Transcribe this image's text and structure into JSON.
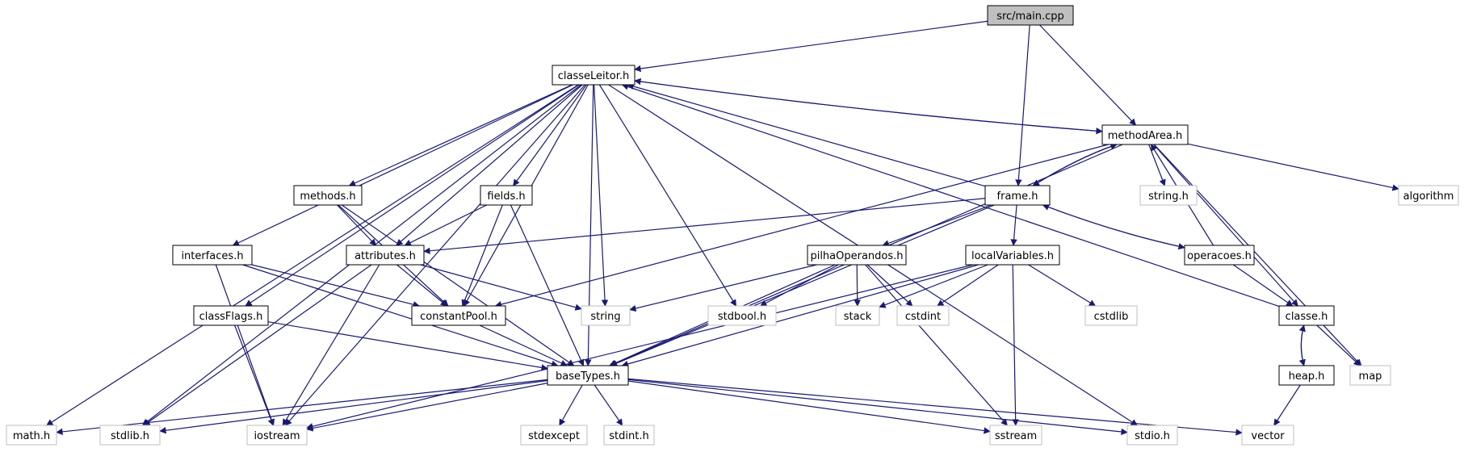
{
  "colors": {
    "edge": "#191970",
    "node_border": "#000000",
    "external_border": "#bfbfbf",
    "root_fill": "#bfbfbf",
    "text": "#000000"
  },
  "nodes": [
    {
      "id": "main",
      "label": "src/main.cpp",
      "kind": "root"
    },
    {
      "id": "classeLeitor",
      "label": "classeLeitor.h",
      "kind": "file"
    },
    {
      "id": "methodArea",
      "label": "methodArea.h",
      "kind": "file"
    },
    {
      "id": "frame",
      "label": "frame.h",
      "kind": "file"
    },
    {
      "id": "methods",
      "label": "methods.h",
      "kind": "file"
    },
    {
      "id": "fields",
      "label": "fields.h",
      "kind": "file"
    },
    {
      "id": "interfaces",
      "label": "interfaces.h",
      "kind": "file"
    },
    {
      "id": "attributes",
      "label": "attributes.h",
      "kind": "file"
    },
    {
      "id": "pilhaOperandos",
      "label": "pilhaOperandos.h",
      "kind": "file"
    },
    {
      "id": "localVariables",
      "label": "localVariables.h",
      "kind": "file"
    },
    {
      "id": "operacoes",
      "label": "operacoes.h",
      "kind": "file"
    },
    {
      "id": "classFlags",
      "label": "classFlags.h",
      "kind": "file"
    },
    {
      "id": "constantPool",
      "label": "constantPool.h",
      "kind": "file"
    },
    {
      "id": "classe",
      "label": "classe.h",
      "kind": "file"
    },
    {
      "id": "baseTypes",
      "label": "baseTypes.h",
      "kind": "file"
    },
    {
      "id": "heap",
      "label": "heap.h",
      "kind": "file"
    },
    {
      "id": "string_h",
      "label": "string.h",
      "kind": "external"
    },
    {
      "id": "algorithm",
      "label": "algorithm",
      "kind": "external"
    },
    {
      "id": "string",
      "label": "string",
      "kind": "external"
    },
    {
      "id": "stdbool",
      "label": "stdbool.h",
      "kind": "external"
    },
    {
      "id": "stack",
      "label": "stack",
      "kind": "external"
    },
    {
      "id": "cstdint",
      "label": "cstdint",
      "kind": "external"
    },
    {
      "id": "cstdlib",
      "label": "cstdlib",
      "kind": "external"
    },
    {
      "id": "map",
      "label": "map",
      "kind": "external"
    },
    {
      "id": "math",
      "label": "math.h",
      "kind": "external"
    },
    {
      "id": "stdlib",
      "label": "stdlib.h",
      "kind": "external"
    },
    {
      "id": "iostream",
      "label": "iostream",
      "kind": "external"
    },
    {
      "id": "stdexcept",
      "label": "stdexcept",
      "kind": "external"
    },
    {
      "id": "stdint",
      "label": "stdint.h",
      "kind": "external"
    },
    {
      "id": "sstream",
      "label": "sstream",
      "kind": "external"
    },
    {
      "id": "stdio",
      "label": "stdio.h",
      "kind": "external"
    },
    {
      "id": "vector",
      "label": "vector",
      "kind": "external"
    }
  ],
  "edges": [
    [
      "main",
      "classeLeitor"
    ],
    [
      "main",
      "frame"
    ],
    [
      "main",
      "methodArea"
    ],
    [
      "classeLeitor",
      "math"
    ],
    [
      "classeLeitor",
      "stdlib"
    ],
    [
      "classeLeitor",
      "iostream"
    ],
    [
      "classeLeitor",
      "classFlags"
    ],
    [
      "classeLeitor",
      "interfaces"
    ],
    [
      "classeLeitor",
      "methods"
    ],
    [
      "classeLeitor",
      "attributes"
    ],
    [
      "classeLeitor",
      "constantPool"
    ],
    [
      "classeLeitor",
      "fields"
    ],
    [
      "classeLeitor",
      "string"
    ],
    [
      "classeLeitor",
      "baseTypes"
    ],
    [
      "classeLeitor",
      "stdbool"
    ],
    [
      "classeLeitor",
      "stdio"
    ],
    [
      "classeLeitor",
      "methodArea"
    ],
    [
      "methodArea",
      "classeLeitor"
    ],
    [
      "methodArea",
      "frame"
    ],
    [
      "methodArea",
      "string_h"
    ],
    [
      "methodArea",
      "algorithm"
    ],
    [
      "methodArea",
      "classe"
    ],
    [
      "methodArea",
      "map"
    ],
    [
      "methodArea",
      "constantPool"
    ],
    [
      "methodArea",
      "baseTypes"
    ],
    [
      "frame",
      "classeLeitor"
    ],
    [
      "frame",
      "methodArea"
    ],
    [
      "frame",
      "attributes"
    ],
    [
      "frame",
      "baseTypes"
    ],
    [
      "frame",
      "pilhaOperandos"
    ],
    [
      "frame",
      "localVariables"
    ],
    [
      "frame",
      "operacoes"
    ],
    [
      "operacoes",
      "frame"
    ],
    [
      "operacoes",
      "methodArea"
    ],
    [
      "operacoes",
      "classe"
    ],
    [
      "classe",
      "classeLeitor"
    ],
    [
      "classe",
      "heap"
    ],
    [
      "classe",
      "map"
    ],
    [
      "heap",
      "classe"
    ],
    [
      "heap",
      "vector"
    ],
    [
      "methods",
      "attributes"
    ],
    [
      "methods",
      "constantPool"
    ],
    [
      "methods",
      "baseTypes"
    ],
    [
      "fields",
      "attributes"
    ],
    [
      "fields",
      "constantPool"
    ],
    [
      "fields",
      "baseTypes"
    ],
    [
      "interfaces",
      "constantPool"
    ],
    [
      "interfaces",
      "iostream"
    ],
    [
      "interfaces",
      "baseTypes"
    ],
    [
      "attributes",
      "stdlib"
    ],
    [
      "attributes",
      "iostream"
    ],
    [
      "attributes",
      "constantPool"
    ],
    [
      "attributes",
      "string"
    ],
    [
      "classFlags",
      "iostream"
    ],
    [
      "classFlags",
      "baseTypes"
    ],
    [
      "constantPool",
      "baseTypes"
    ],
    [
      "pilhaOperandos",
      "string"
    ],
    [
      "pilhaOperandos",
      "stdbool"
    ],
    [
      "pilhaOperandos",
      "stack"
    ],
    [
      "pilhaOperandos",
      "cstdint"
    ],
    [
      "pilhaOperandos",
      "sstream"
    ],
    [
      "pilhaOperandos",
      "baseTypes"
    ],
    [
      "localVariables",
      "stack"
    ],
    [
      "localVariables",
      "cstdint"
    ],
    [
      "localVariables",
      "cstdlib"
    ],
    [
      "localVariables",
      "baseTypes"
    ],
    [
      "localVariables",
      "iostream"
    ],
    [
      "localVariables",
      "sstream"
    ],
    [
      "baseTypes",
      "math"
    ],
    [
      "baseTypes",
      "stdlib"
    ],
    [
      "baseTypes",
      "iostream"
    ],
    [
      "baseTypes",
      "stdexcept"
    ],
    [
      "baseTypes",
      "stdint"
    ],
    [
      "baseTypes",
      "sstream"
    ],
    [
      "baseTypes",
      "stdio"
    ],
    [
      "baseTypes",
      "vector"
    ]
  ]
}
